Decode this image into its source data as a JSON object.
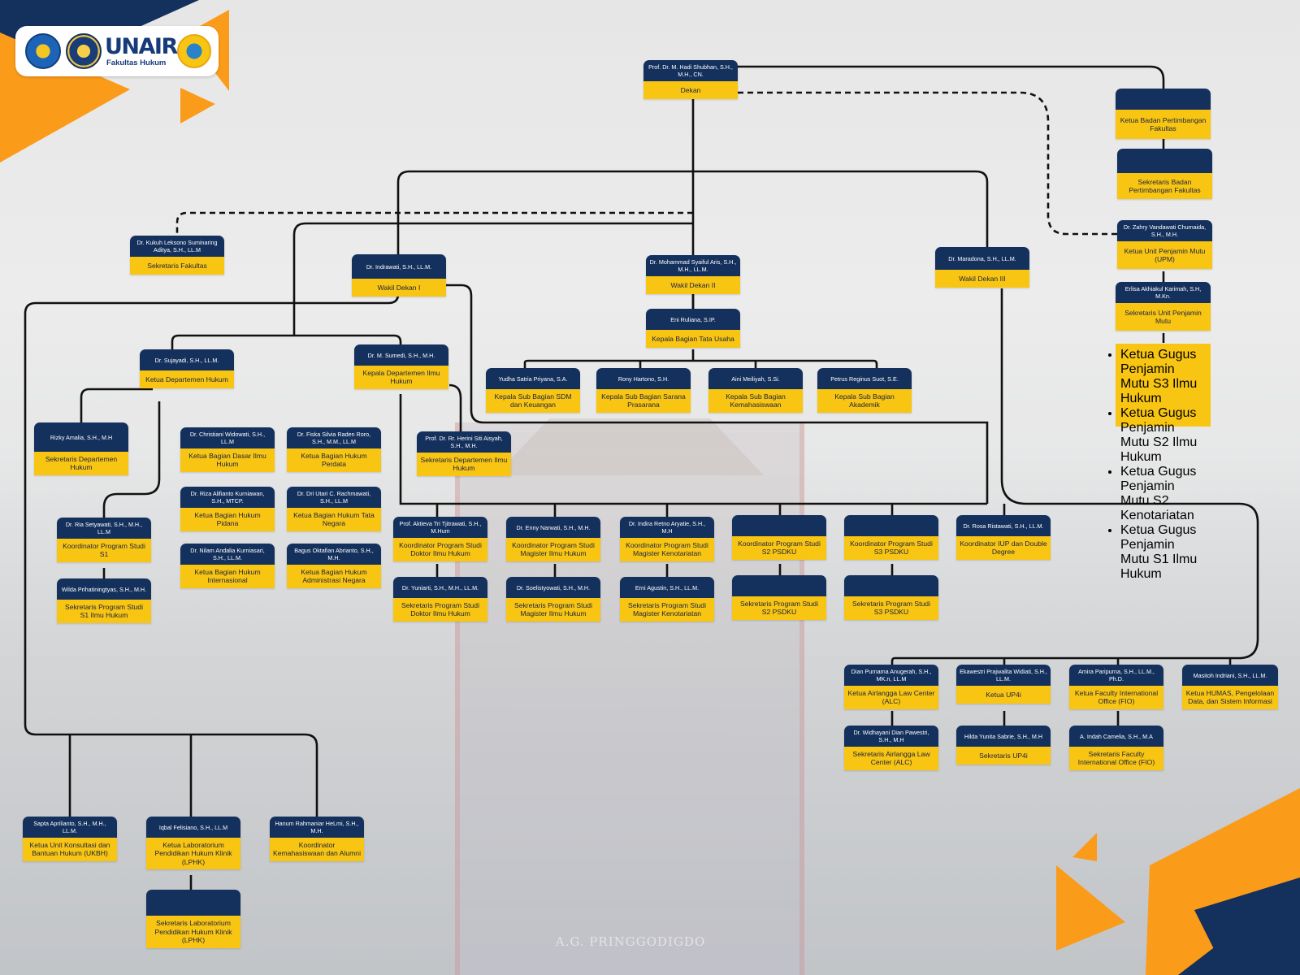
{
  "colors": {
    "header_navy": "#14305c",
    "label_yellow": "#f8c513",
    "accent_orange": "#fb9b1a",
    "line": "#111111"
  },
  "logo": {
    "brand": "UNAIR",
    "subtitle": "Fakultas Hukum"
  },
  "background": {
    "building_caption": "A.G. PRINGGODIGDO"
  },
  "nodes": {
    "dekan": {
      "name": "Prof. Dr. M. Hadi Shubhan, S.H., M.H., CN.",
      "title": "Dekan"
    },
    "ketua_bpf": {
      "name": "",
      "title": "Ketua Badan Pertimbangan Fakultas"
    },
    "sek_bpf": {
      "name": "",
      "title": "Sekretaris Badan Pertimbangan Fakultas"
    },
    "sek_fak": {
      "name": "Dr. Kukuh Leksono Suminaring Aditya, S.H., LL.M",
      "title": "Sekretaris Fakultas"
    },
    "wd1": {
      "name": "Dr. Indrawati, S.H., LL.M.",
      "title": "Wakil Dekan I"
    },
    "wd2": {
      "name": "Dr. Mohammad Syaiful Aris, S.H., M.H., LL.M.",
      "title": "Wakil Dekan II"
    },
    "wd3": {
      "name": "Dr. Maradona, S.H., LL.M.",
      "title": "Wakil Dekan III"
    },
    "upm": {
      "name": "Dr. Zahry Vandawati Chumaida, S.H., M.H.",
      "title": "Ketua Unit Penjamin Mutu (UPM)"
    },
    "sek_upm": {
      "name": "Erlisa Akhiakul Karimah, S.H, M.Kn.",
      "title": "Sekretaris Unit Penjamin Mutu"
    },
    "ktu": {
      "name": "Eni Ruliana, S.IP.",
      "title": "Kepala Bagian Tata Usaha"
    },
    "sdm": {
      "name": "Yudha Satria Priyana, S.A.",
      "title": "Kepala Sub Bagian SDM dan Keuangan"
    },
    "sarpras": {
      "name": "Rony Hartono, S.H.",
      "title": "Kepala Sub Bagian Sarana Prasarana"
    },
    "kemahasiswaan": {
      "name": "Aini Meiliyah, S.Si.",
      "title": "Kepala Sub Bagian Kemahasiswaan"
    },
    "akademik": {
      "name": "Petrus Reginus Suot, S.E.",
      "title": "Kepala Sub Bagian Akademik"
    },
    "kadep_hukum": {
      "name": "Dr. Sujayadi, S.H., LL.M.",
      "title": "Ketua Departemen Hukum"
    },
    "kadep_ilmu": {
      "name": "Dr. M. Sumedi, S.H., M.H.",
      "title": "Kepala Departemen Ilmu Hukum"
    },
    "sekdep_hukum": {
      "name": "Rizky Amalia, S.H., M.H",
      "title": "Sekretaris Departemen Hukum"
    },
    "sekdep_ilmu": {
      "name": "Prof. Dr. Rr. Herini Siti Aisyah, S.H., M.H.",
      "title": "Sekretaris Departemen Ilmu Hukum"
    },
    "bag_dasar": {
      "name": "Dr. Christiani Widowati, S.H., LL.M",
      "title": "Ketua Bagian Dasar Ilmu Hukum"
    },
    "bag_perdata": {
      "name": "Dr. Fiska Silvia Raden Roro, S.H., M.M., LL.M",
      "title": "Ketua Bagian Hukum Perdata"
    },
    "bag_pidana": {
      "name": "Dr. Riza Alifianto Kurniawan, S.H., MTCP.",
      "title": "Ketua Bagian Hukum Pidana"
    },
    "bag_htn": {
      "name": "Dr. Dri Utari C. Rachmawati, S.H., LL.M",
      "title": "Ketua Bagian Hukum Tata Negara"
    },
    "bag_internasional": {
      "name": "Dr. Nilam Andalia Kurniasari, S.H., LL.M.",
      "title": "Ketua Bagian Hukum Internasional"
    },
    "bag_han": {
      "name": "Bagus Oktafian Abrianto, S.H., M.H.",
      "title": "Ketua Bagian Hukum Administrasi Negara"
    },
    "korprodi_s1": {
      "name": "Dr. Ria Setyawati, S.H., M.H., LL.M",
      "title": "Koordinator Program Studi S1"
    },
    "sek_s1": {
      "name": "Wilda Prihatiningtyas, S.H., M.H.",
      "title": "Sekretaris Program Studi S1 Ilmu Hukum"
    },
    "kor_doktor": {
      "name": "Prof. Aktieva Tri Tjitrawati, S.H., M.Hum",
      "title": "Koordinator Program Studi Doktor Ilmu Hukum"
    },
    "sek_doktor": {
      "name": "Dr. Yuniarti, S.H., M.H., LL.M.",
      "title": "Sekretaris Program Studi Doktor Ilmu Hukum"
    },
    "kor_magister": {
      "name": "Dr. Enny Narwati, S.H., M.H.",
      "title": "Koordinator Program Studi Magister Ilmu Hukum"
    },
    "sek_magister": {
      "name": "Dr. Soelistyowati, S.H., M.H.",
      "title": "Sekretaris Program Studi Magister Ilmu Hukum"
    },
    "kor_mkn": {
      "name": "Dr. Indira Retno Aryatie, S.H., M.H",
      "title": "Koordinator Program Studi Magister Kenotariatan"
    },
    "sek_mkn": {
      "name": "Erni Agustin, S.H., LL.M.",
      "title": "Sekretaris Program Studi Magister Kenotariatan"
    },
    "kor_s2psdku": {
      "name": "",
      "title": "Koordinator Program Studi S2 PSDKU"
    },
    "sek_s2psdku": {
      "name": "",
      "title": "Sekretaris Program Studi S2 PSDKU"
    },
    "kor_s3psdku": {
      "name": "",
      "title": "Koordinator Program Studi S3 PSDKU"
    },
    "sek_s3psdku": {
      "name": "",
      "title": "Sekretaris Program Studi S3 PSDKU"
    },
    "kor_iup": {
      "name": "Dr. Rosa Ristawati, S.H., LL.M.",
      "title": "Koordinator IUP dan Double Degree"
    },
    "alc": {
      "name": "Dian Purnama Anugerah, S.H., MK.n, LL.M",
      "title": "Ketua Airlangga Law Center (ALC)"
    },
    "sek_alc": {
      "name": "Dr. Widhayani Dian Pawestri, S.H., M.H",
      "title": "Sekretaris Airlangga Law Center (ALC)"
    },
    "up4i": {
      "name": "Ekawestri Prajwalita Widiati, S.H., LL.M.",
      "title": "Ketua UP4i"
    },
    "sek_up4i": {
      "name": "Hilda Yunita Sabrie, S.H., M.H",
      "title": "Sekretaris UP4i"
    },
    "fio": {
      "name": "Amira Paripurna, S.H., LL.M., Ph.D.",
      "title": "Ketua Faculty International Office (FIO)"
    },
    "sek_fio": {
      "name": "A. Indah Camelia, S.H., M.A",
      "title": "Sekretaris Faculty International Office (FIO)"
    },
    "humas": {
      "name": "Masitoh Indriani, S.H., LL.M.",
      "title": "Ketua HUMAS, Pengelolaan Data, dan Sistem Informasi"
    },
    "ukbh": {
      "name": "Sapta Aprilianto, S.H., M.H., LL.M.",
      "title": "Ketua Unit Konsultasi dan Bantuan Hukum (UKBH)"
    },
    "lphk": {
      "name": "Iqbal Felisiano, S.H., LL.M",
      "title": "Ketua Laboratorium Pendidikan Hukum Klinik (LPHK)"
    },
    "sek_lphk": {
      "name": "",
      "title": "Sekretaris Laboratorium Pendidikan Hukum Klinik (LPHK)"
    },
    "kemahasiswaan_alumni": {
      "name": "Hanum Rahmaniar HeLmi, S.H., M.H.",
      "title": "Koordinator Kemahasiswaan dan Alumni"
    }
  },
  "gugus_mutu": [
    "Ketua Gugus Penjamin Mutu S3 Ilmu Hukum",
    "Ketua Gugus Penjamin Mutu S2 Ilmu Hukum",
    "Ketua Gugus Penjamin Mutu S2 Kenotariatan",
    "Ketua Gugus Penjamin Mutu S1 Ilmu Hukum"
  ]
}
